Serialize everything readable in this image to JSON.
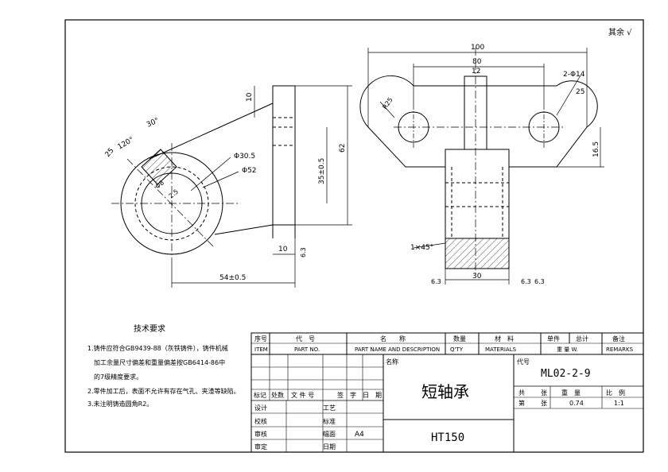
{
  "roughness_note": "其余 √",
  "dimensions": {
    "overall_width": "100",
    "hole_span": "80",
    "slot_width": "12",
    "holes": "2-Φ14",
    "edge_radius": "25",
    "corner_radius": "R25",
    "plate_height": "16.5",
    "chamfer": "1×45°",
    "boss_width": "30",
    "top_thickness": "10",
    "bore_outer": "Φ30.5",
    "outer_dia": "Φ52",
    "bore_height": "35±0.5",
    "overall_height": "62",
    "base_thickness": "10",
    "reach": "54±0.5",
    "angle": "30°",
    "arc_angle": "120°",
    "keyway": "25",
    "small_dia": "Φ8",
    "r_small": "2.5"
  },
  "roughness_values": [
    "6.3",
    "6.3",
    "6.3",
    "6.3"
  ],
  "tech_req": {
    "title": "技术要求",
    "items": [
      "1.铸件应符合GB9439-88（灰铁铸件），铸件机械",
      "加工余量尺寸偏差和重量偏差按GB6414-86中",
      "的7级精度要求。",
      "2.零件加工后，表面不允许有存在气孔、夹渣等缺陷。",
      "3.未注明铸造圆角R2。"
    ]
  },
  "title_block": {
    "header": {
      "seq": "序号",
      "seq_en": "ITEM",
      "code": "代　号",
      "code_en": "PART NO.",
      "name": "名　　称",
      "name_en": "PART NAME AND DESCRIPTION",
      "qty": "数量",
      "qty_en": "Q'TY",
      "material": "材　料",
      "material_en": "MATERIALS",
      "unit": "单件",
      "total": "总计",
      "weight": "重 量 W.",
      "remarks": "备注",
      "remarks_en": "REMARKS"
    },
    "name_label": "名称",
    "part_name": "短轴承",
    "code_label": "代号",
    "drawing_no": "ML02-2-9",
    "material": "HT150",
    "revision_cols": [
      "标记",
      "处数",
      "文 件 号",
      "签　字",
      "日　期"
    ],
    "left_labels": [
      "设计",
      "校核",
      "审核",
      "审定"
    ],
    "mid_labels": [
      "工艺",
      "标准",
      "幅面",
      "日期"
    ],
    "sheet_size": "A4",
    "stats": {
      "total": "共",
      "sheets": "张",
      "weight": "重　量",
      "scale": "比　例",
      "page": "第",
      "page_sheets": "张",
      "weight_val": "0.74",
      "scale_val": "1:1"
    }
  }
}
